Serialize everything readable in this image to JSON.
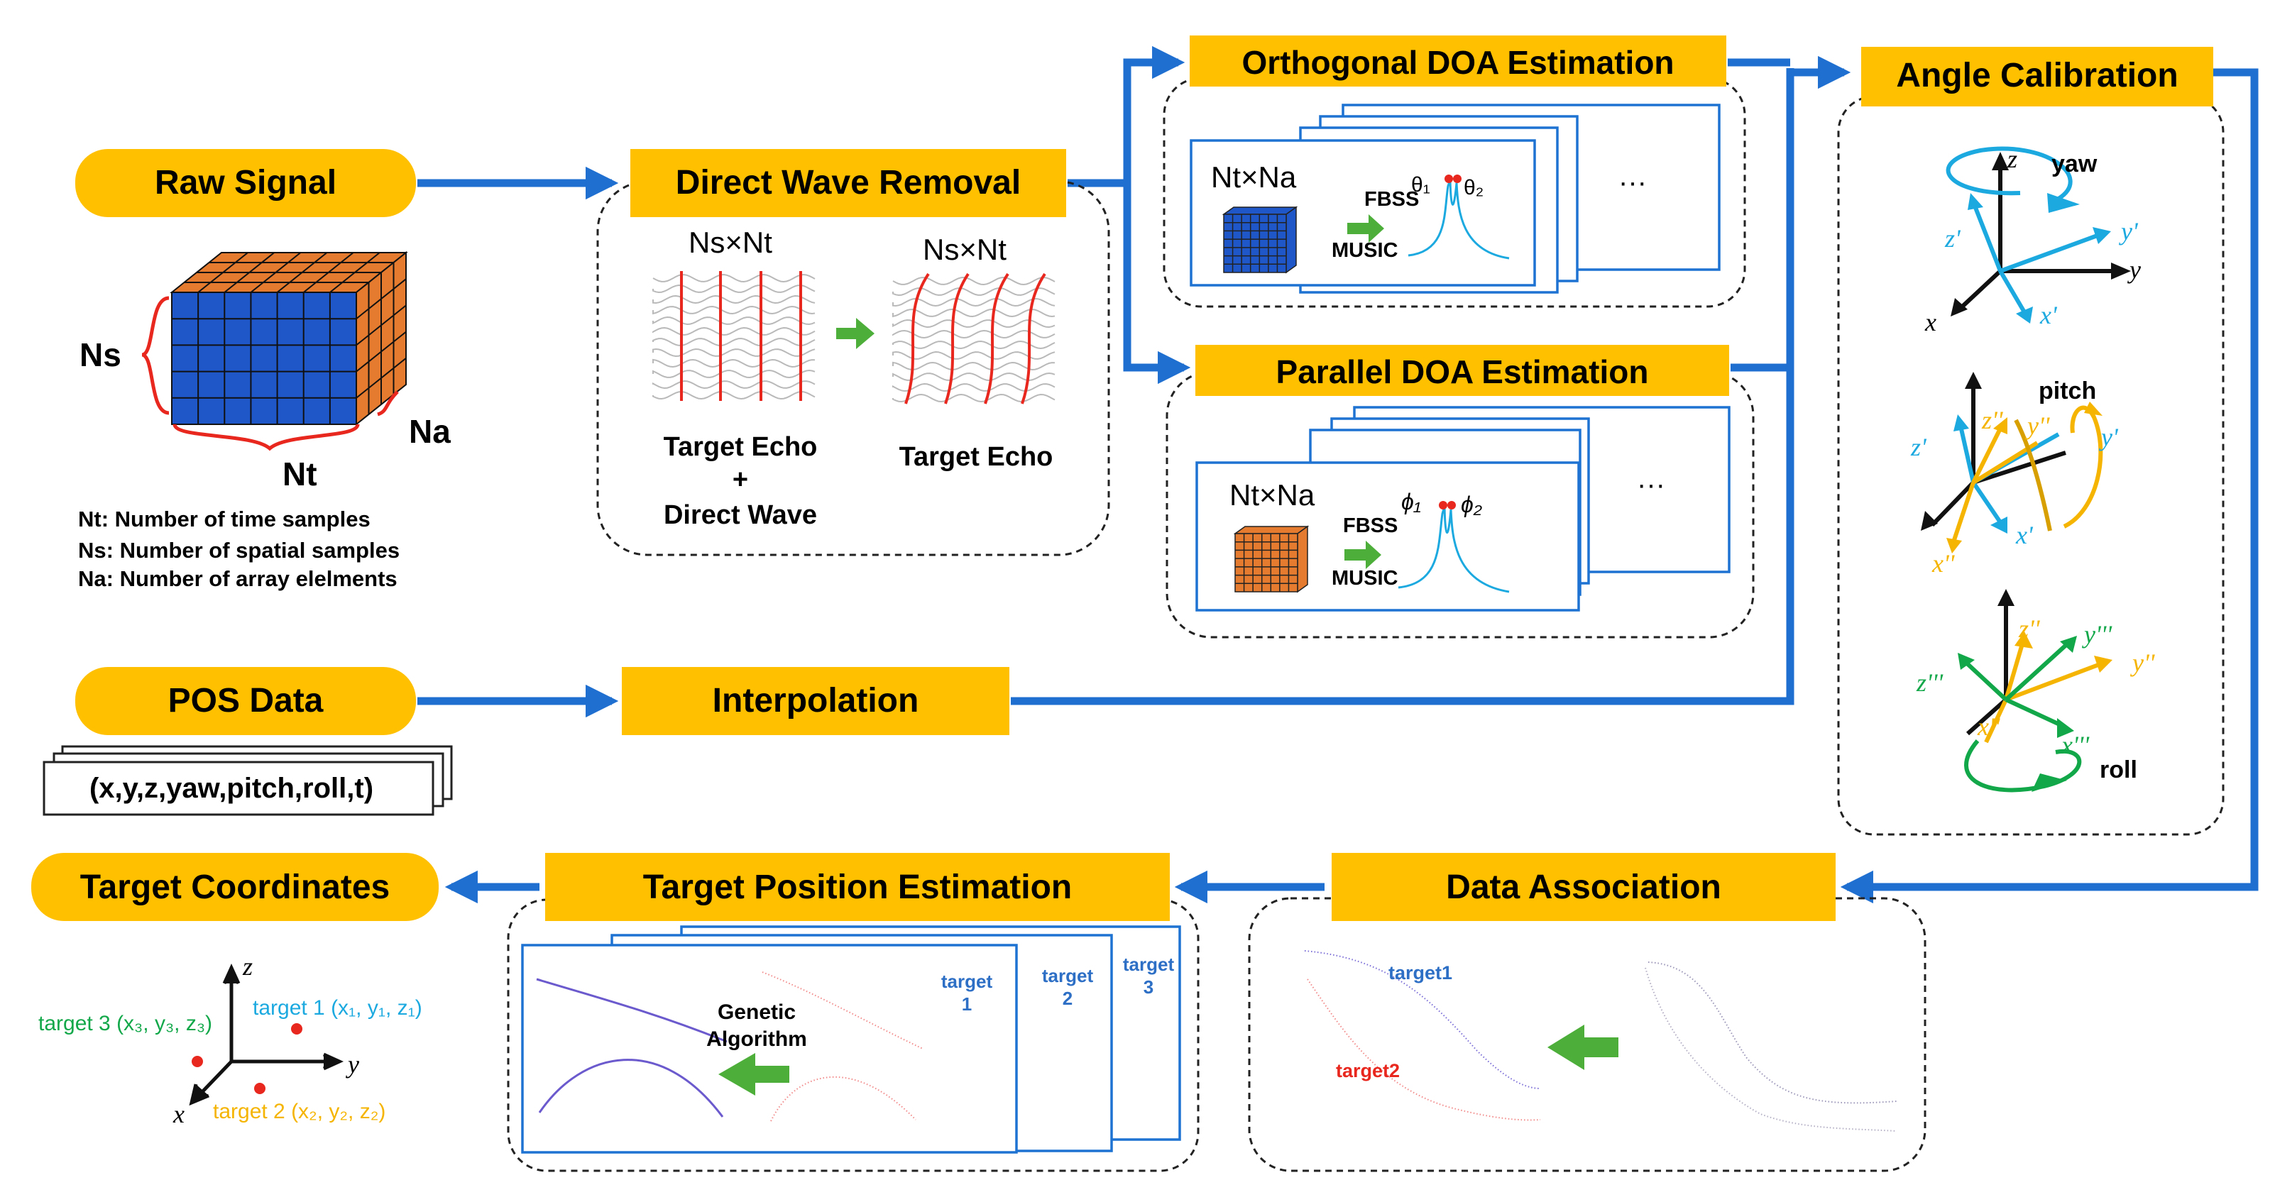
{
  "colors": {
    "box_fill": "#FFC000",
    "arrow": "#1F6FD0",
    "green_arrow": "#4DAF3A",
    "red": "#E8271E",
    "cube_blue": "#1F57C8",
    "cube_orange": "#E47B2E",
    "axis_cyan": "#1BA9E0",
    "axis_yellow": "#F5B400",
    "axis_green": "#12A84A",
    "frame_blue": "#1E73D2"
  },
  "raw_signal": {
    "title": "Raw Signal",
    "ns_label": "Ns",
    "nt_label": "Nt",
    "na_label": "Na",
    "legend": [
      "Nt:  Number of time samples",
      "Ns: Number of spatial samples",
      "Na: Number of array elelments"
    ]
  },
  "pos": {
    "title": "POS Data",
    "record": "(x,y,z,yaw,pitch,roll,t)"
  },
  "interpolation": {
    "title": "Interpolation"
  },
  "direct_wave": {
    "title": "Direct Wave Removal",
    "left_dim": "Ns×Nt",
    "right_dim": "Ns×Nt",
    "left_caption_1": "Target Echo",
    "left_caption_2": "+",
    "left_caption_3": "Direct Wave",
    "right_caption": "Target Echo"
  },
  "orthogonal": {
    "title": "Orthogonal DOA Estimation",
    "dim": "Nt×Na",
    "fbss": "FBSS",
    "music": "MUSIC",
    "peak1": "θ₁",
    "peak2": "θ₂",
    "ellipsis": "···"
  },
  "parallel": {
    "title": "Parallel DOA Estimation",
    "dim": "Nt×Na",
    "fbss": "FBSS",
    "music": "MUSIC",
    "peak1": "ϕ₁",
    "peak2": "ϕ₂",
    "ellipsis": "···"
  },
  "angle_calibration": {
    "title": "Angle Calibration",
    "yaw": {
      "label": "yaw",
      "z": "z",
      "y": "y",
      "x": "x",
      "zp": "z'",
      "yp": "y'",
      "xp": "x'"
    },
    "pitch": {
      "label": "pitch",
      "zp": "z'",
      "yp": "y'",
      "xp": "x'",
      "zpp": "z''",
      "ypp": "y''",
      "xpp": "x''"
    },
    "roll": {
      "label": "roll",
      "zpp": "z''",
      "ypp": "y''",
      "xpp": "x''",
      "zppp": "z'''",
      "yppp": "y'''",
      "xppp": "x'''"
    }
  },
  "data_association": {
    "title": "Data Association",
    "target1": "target1",
    "target2": "target2"
  },
  "target_position": {
    "title": "Target Position Estimation",
    "algorithm_1": "Genetic",
    "algorithm_2": "Algorithm",
    "frames": [
      {
        "line1": "target",
        "line2": "1"
      },
      {
        "line1": "target",
        "line2": "2"
      },
      {
        "line1": "target",
        "line2": "3"
      }
    ]
  },
  "target_coordinates": {
    "title": "Target Coordinates",
    "z": "z",
    "y": "y",
    "x": "x",
    "t1": "target 1 (x₁, y₁, z₁)",
    "t2": "target 2 (x₂, y₂, z₂)",
    "t3": "target 3 (x₃, y₃, z₃)"
  }
}
